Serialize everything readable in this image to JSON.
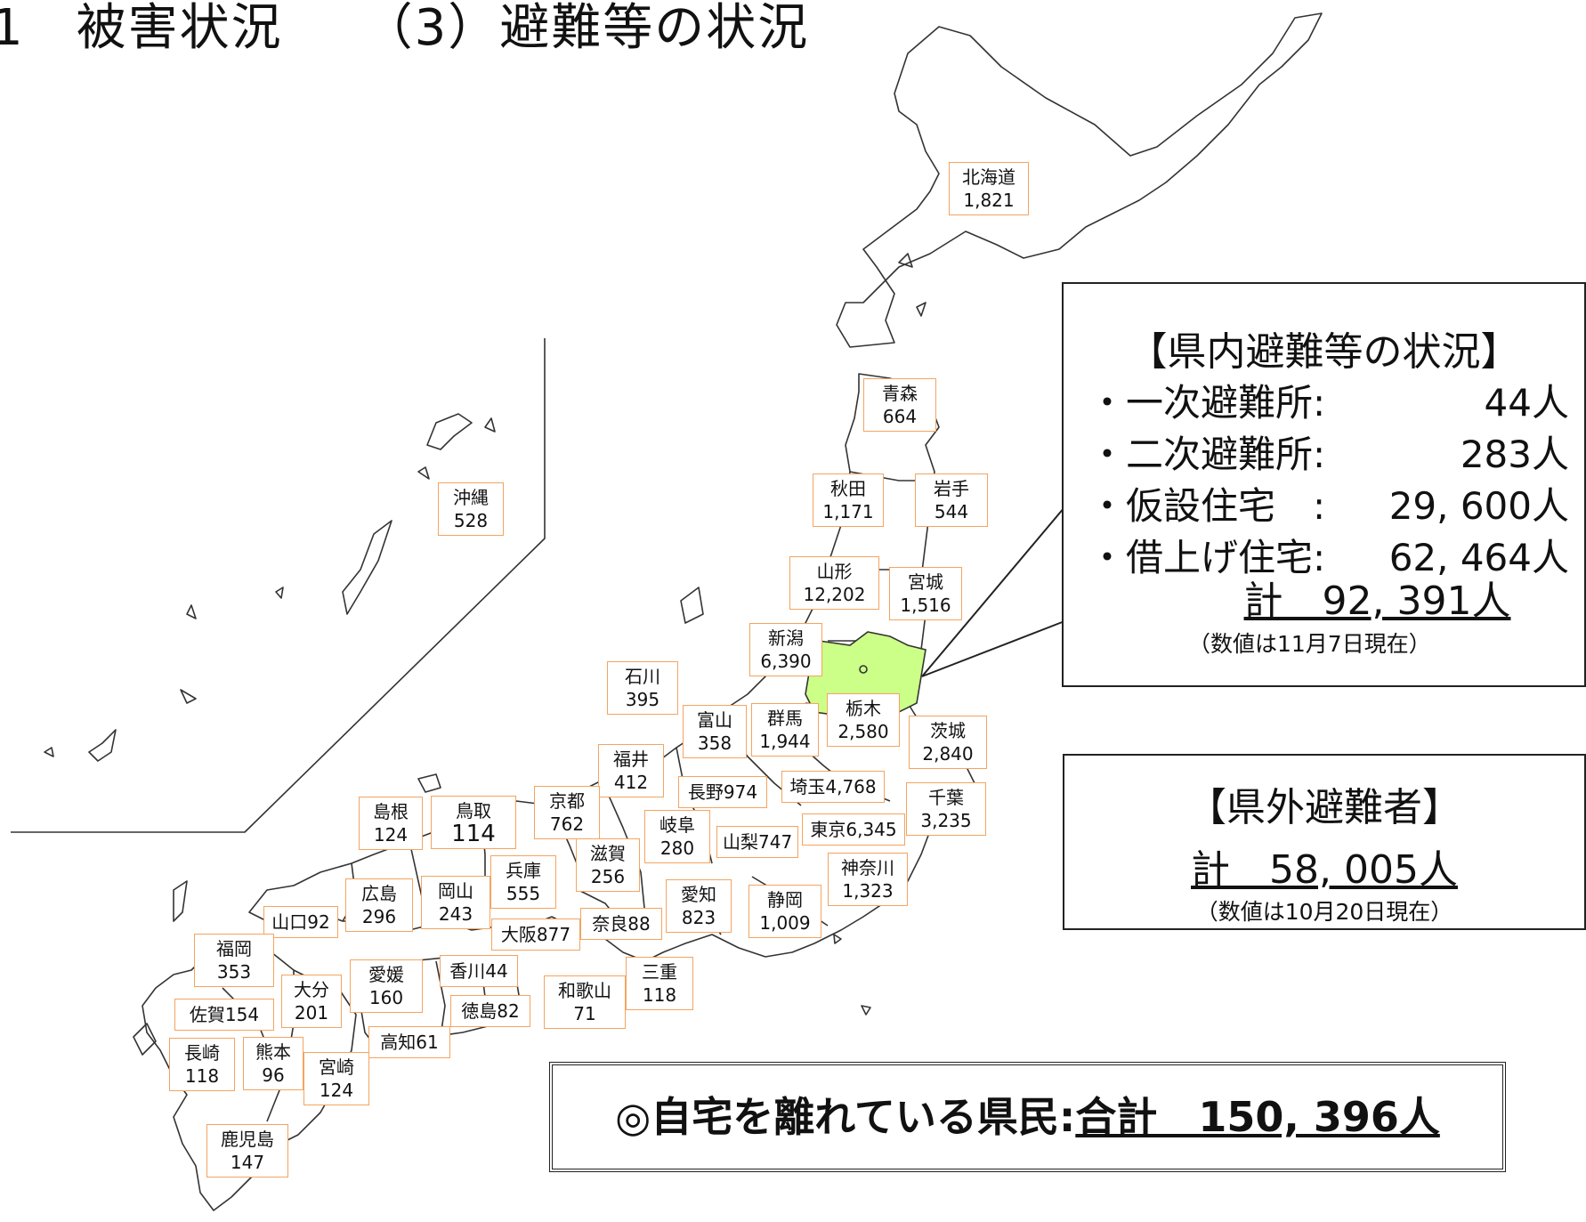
{
  "title": {
    "part1": "1　被害状況",
    "part2": "（3）避難等の状況"
  },
  "highlight_color": "#ccff88",
  "prefectures": [
    {
      "id": "hokkaido",
      "name": "北海道",
      "value": "1,821"
    },
    {
      "id": "aomori",
      "name": "青森",
      "value": "664"
    },
    {
      "id": "akita",
      "name": "秋田",
      "value": "1,171"
    },
    {
      "id": "iwate",
      "name": "岩手",
      "value": "544"
    },
    {
      "id": "yamagata",
      "name": "山形",
      "value": "12,202"
    },
    {
      "id": "miyagi",
      "name": "宮城",
      "value": "1,516"
    },
    {
      "id": "niigata",
      "name": "新潟",
      "value": "6,390"
    },
    {
      "id": "okinawa",
      "name": "沖縄",
      "value": "528"
    },
    {
      "id": "ishikawa",
      "name": "石川",
      "value": "395"
    },
    {
      "id": "toyama",
      "name": "富山",
      "value": "358"
    },
    {
      "id": "gunma",
      "name": "群馬",
      "value": "1,944"
    },
    {
      "id": "tochigi",
      "name": "栃木",
      "value": "2,580"
    },
    {
      "id": "ibaraki",
      "name": "茨城",
      "value": "2,840"
    },
    {
      "id": "fukui",
      "name": "福井",
      "value": "412"
    },
    {
      "id": "nagano",
      "name": "長野",
      "value": "974"
    },
    {
      "id": "saitama",
      "name": "埼玉",
      "value": "4,768"
    },
    {
      "id": "chiba",
      "name": "千葉",
      "value": "3,235"
    },
    {
      "id": "kyoto",
      "name": "京都",
      "value": "762"
    },
    {
      "id": "shimane",
      "name": "島根",
      "value": "124"
    },
    {
      "id": "tottori",
      "name": "鳥取",
      "value": "114"
    },
    {
      "id": "gifu",
      "name": "岐阜",
      "value": "280"
    },
    {
      "id": "yamanashi",
      "name": "山梨",
      "value": "747"
    },
    {
      "id": "tokyo",
      "name": "東京",
      "value": "6,345"
    },
    {
      "id": "shiga",
      "name": "滋賀",
      "value": "256"
    },
    {
      "id": "hyogo",
      "name": "兵庫",
      "value": "555"
    },
    {
      "id": "kanagawa",
      "name": "神奈川",
      "value": "1,323"
    },
    {
      "id": "hiroshima",
      "name": "広島",
      "value": "296"
    },
    {
      "id": "okayama",
      "name": "岡山",
      "value": "243"
    },
    {
      "id": "aichi",
      "name": "愛知",
      "value": "823"
    },
    {
      "id": "shizuoka",
      "name": "静岡",
      "value": "1,009"
    },
    {
      "id": "yamaguchi",
      "name": "山口",
      "value": "92"
    },
    {
      "id": "osaka",
      "name": "大阪",
      "value": "877"
    },
    {
      "id": "nara",
      "name": "奈良",
      "value": "88"
    },
    {
      "id": "fukuoka",
      "name": "福岡",
      "value": "353"
    },
    {
      "id": "kagawa",
      "name": "香川",
      "value": "44"
    },
    {
      "id": "ehime",
      "name": "愛媛",
      "value": "160"
    },
    {
      "id": "oita",
      "name": "大分",
      "value": "201"
    },
    {
      "id": "wakayama",
      "name": "和歌山",
      "value": "71"
    },
    {
      "id": "mie",
      "name": "三重",
      "value": "118"
    },
    {
      "id": "tokushima",
      "name": "徳島",
      "value": "82"
    },
    {
      "id": "saga",
      "name": "佐賀",
      "value": "154"
    },
    {
      "id": "kochi",
      "name": "高知",
      "value": "61"
    },
    {
      "id": "nagasaki",
      "name": "長崎",
      "value": "118"
    },
    {
      "id": "kumamoto",
      "name": "熊本",
      "value": "96"
    },
    {
      "id": "miyazaki",
      "name": "宮崎",
      "value": "124"
    },
    {
      "id": "kagoshima",
      "name": "鹿児島",
      "value": "147"
    }
  ],
  "in_pref": {
    "title": "【県内避難等の状況】",
    "rows": [
      {
        "label": "・一次避難所:",
        "value": "44人"
      },
      {
        "label": "・二次避難所:",
        "value": "283人"
      },
      {
        "label": "・仮設住宅　:",
        "value": "29, 600人"
      },
      {
        "label": "・借上げ住宅:",
        "value": "62, 464人"
      }
    ],
    "total": "計　92, 391人",
    "note": "（数値は11月7日現在）"
  },
  "out_pref": {
    "title": "【県外避難者】",
    "total": "計　58, 005人",
    "note": "（数値は10月20日現在）"
  },
  "home": {
    "label": "◎自宅を離れている県民:",
    "total": "合計　150, 396人"
  }
}
